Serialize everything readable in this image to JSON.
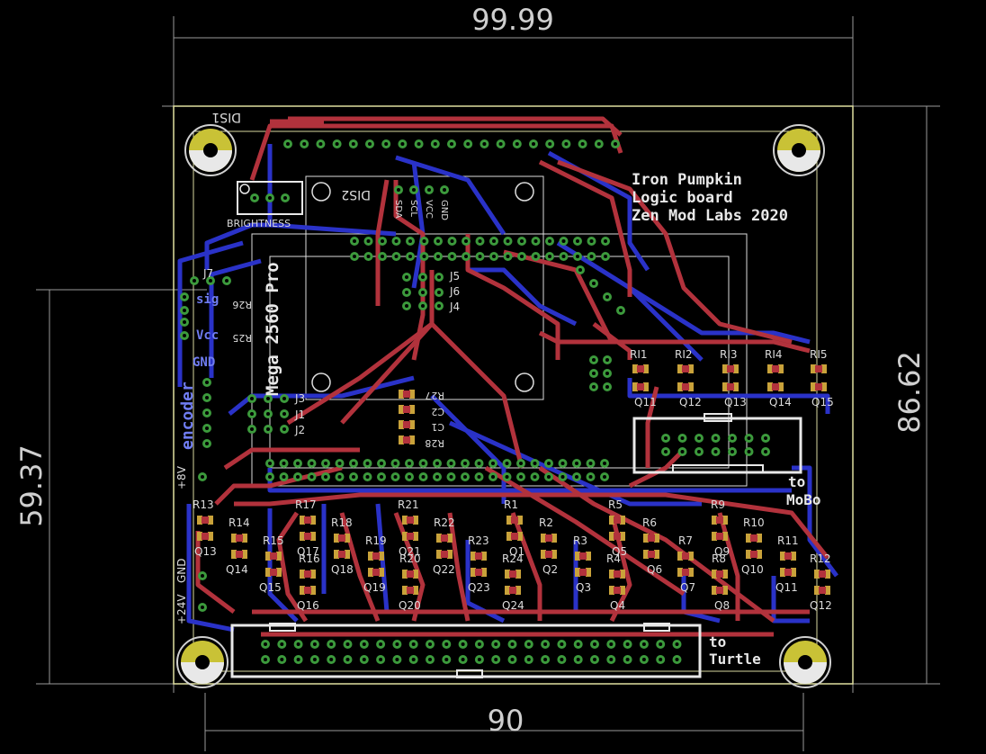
{
  "dimensions": {
    "top": "99.99",
    "bottom": "90",
    "left": "59.37",
    "right": "86.62"
  },
  "board": {
    "title_line1": "Iron Pumpkin",
    "title_line2": "Logic board",
    "title_line3": "Zen Mod Labs 2020",
    "display_label": "DIS1",
    "display_label2": "DIS2",
    "brightness_label": "BRIGHTNESS",
    "mega_label": "Mega 2560 Pro",
    "encoder_label": "encoder",
    "gnd_label": "GND",
    "sig_label": "sig",
    "vcc_label": "Vcc",
    "v8_label": "+8V",
    "v24_label": "+24V",
    "gnd2_label": "GND",
    "mobo_label1": "to",
    "mobo_label2": "MoBo",
    "turtle_label1": "to",
    "turtle_label2": "Turtle",
    "j7": "J7",
    "j5": "J5",
    "j6": "J6",
    "j4": "J4",
    "j3": "J3",
    "j1": "J1",
    "j2": "J2",
    "r26": "R26",
    "r25": "R25",
    "r27": "R27",
    "r28": "R28",
    "c1": "C1",
    "c2": "C2",
    "dis2_pins": [
      "SDA",
      "SCL",
      "VCC",
      "GND"
    ]
  },
  "top_row": {
    "resistors": [
      "RI1",
      "RI2",
      "RI3",
      "RI4",
      "RI5"
    ],
    "transistors": [
      "Q11",
      "Q12",
      "Q13",
      "Q14",
      "Q15"
    ]
  },
  "lower_grid": {
    "row1_r": [
      "R13",
      "R17",
      "R21",
      "R1",
      "R5",
      "R9"
    ],
    "row2_r": [
      "R14",
      "R18",
      "R22",
      "R2",
      "R6",
      "R10"
    ],
    "row3_r": [
      "R15",
      "R19",
      "R23",
      "R3",
      "R7",
      "R11"
    ],
    "row4_r": [
      "R16",
      "R20",
      "R24",
      "R4",
      "R8",
      "R12"
    ],
    "row1_q": [
      "Q13",
      "Q17",
      "Q21",
      "Q1",
      "Q5",
      "Q9"
    ],
    "row2_q": [
      "Q14",
      "Q18",
      "Q22",
      "Q2",
      "Q6",
      "Q10"
    ],
    "row3_q": [
      "Q15",
      "Q19",
      "Q23",
      "Q3",
      "Q7",
      "Q11"
    ],
    "row4_q": [
      "Q16",
      "Q20",
      "Q24",
      "Q4",
      "Q8",
      "Q12"
    ]
  },
  "colors": {
    "top_copper": "#b2323c",
    "bottom_copper": "#2a32c8",
    "pad": "#3c9a3c",
    "silkscreen": "#e8e8e8",
    "outline": "#e0e0a0"
  }
}
